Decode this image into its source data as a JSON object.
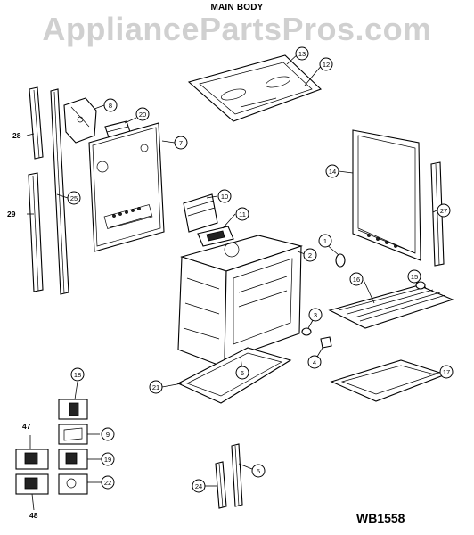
{
  "header": {
    "title": "MAIN BODY",
    "watermark": "AppliancePartsPros.com"
  },
  "drawing_code": "WB1558",
  "callouts": [
    "1",
    "2",
    "3",
    "4",
    "5",
    "6",
    "7",
    "8",
    "9",
    "10",
    "11",
    "12",
    "13",
    "14",
    "15",
    "16",
    "17",
    "18",
    "19",
    "20",
    "21",
    "22",
    "24",
    "25",
    "27"
  ],
  "bare_labels": [
    "28",
    "29",
    "47",
    "48"
  ],
  "parts": [
    "side-trim-strip",
    "side-trim-strip",
    "long-trim-strip",
    "long-trim-strip",
    "bracket",
    "small-panel",
    "back-panel",
    "top-panel",
    "cooktop-burner-box",
    "oven-body",
    "door-panel",
    "door-trim-strip",
    "oven-rack",
    "broiler-pan",
    "knob",
    "small-knob",
    "drawer-base",
    "element-rods",
    "hinge-clip",
    "hinge-clip",
    "hinge-clip",
    "hinge-clip",
    "hinge-clip",
    "hinge-clip"
  ]
}
